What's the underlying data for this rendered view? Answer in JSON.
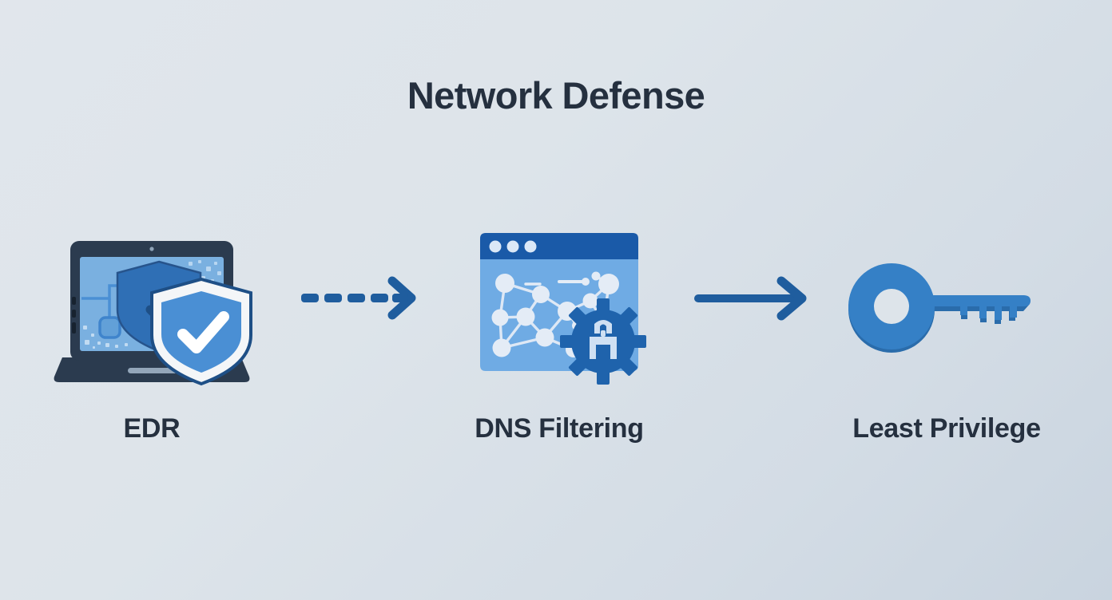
{
  "page": {
    "title": "Network Defense",
    "background_start": "#e1e6ec",
    "background_end": "#c9d4df",
    "title_color": "#25303f",
    "accent_blue": "#2f72b8",
    "arrow_color": "#1f5d9e",
    "deep_navy": "#2b3b4f"
  },
  "flow": {
    "steps": [
      {
        "id": "edr",
        "label": "EDR",
        "icon": "laptop-shield-icon",
        "icon_colors": {
          "bezel": "#2b3b4f",
          "screen": "#7ab0e0",
          "shield_back": "#2f6fb5",
          "shield_front": "#4a8fd4",
          "check": "#ffffff",
          "rim": "#f4f6f8"
        }
      },
      {
        "id": "dns-filtering",
        "label": "DNS Filtering",
        "icon": "browser-network-gear-icon",
        "icon_colors": {
          "titlebar": "#1a5aa8",
          "body": "#6fabe4",
          "nodes": "#e4ecf6",
          "gear": "#1f63ac",
          "lock": "#cfe0f3",
          "dots": "#dbe8f7"
        }
      },
      {
        "id": "least-privilege",
        "label": "Least Privilege",
        "icon": "key-icon",
        "icon_colors": {
          "key": "#3580c6",
          "key_shadow": "#2a6cab",
          "hole": "#dde4ea"
        }
      }
    ],
    "connectors": [
      {
        "id": "connector-edr-to-dns",
        "style": "dashed",
        "direction": "right",
        "color": "#1f5d9e",
        "dashes": 5
      },
      {
        "id": "connector-dns-to-least-privilege",
        "style": "solid",
        "direction": "right",
        "color": "#1f5d9e"
      }
    ]
  }
}
